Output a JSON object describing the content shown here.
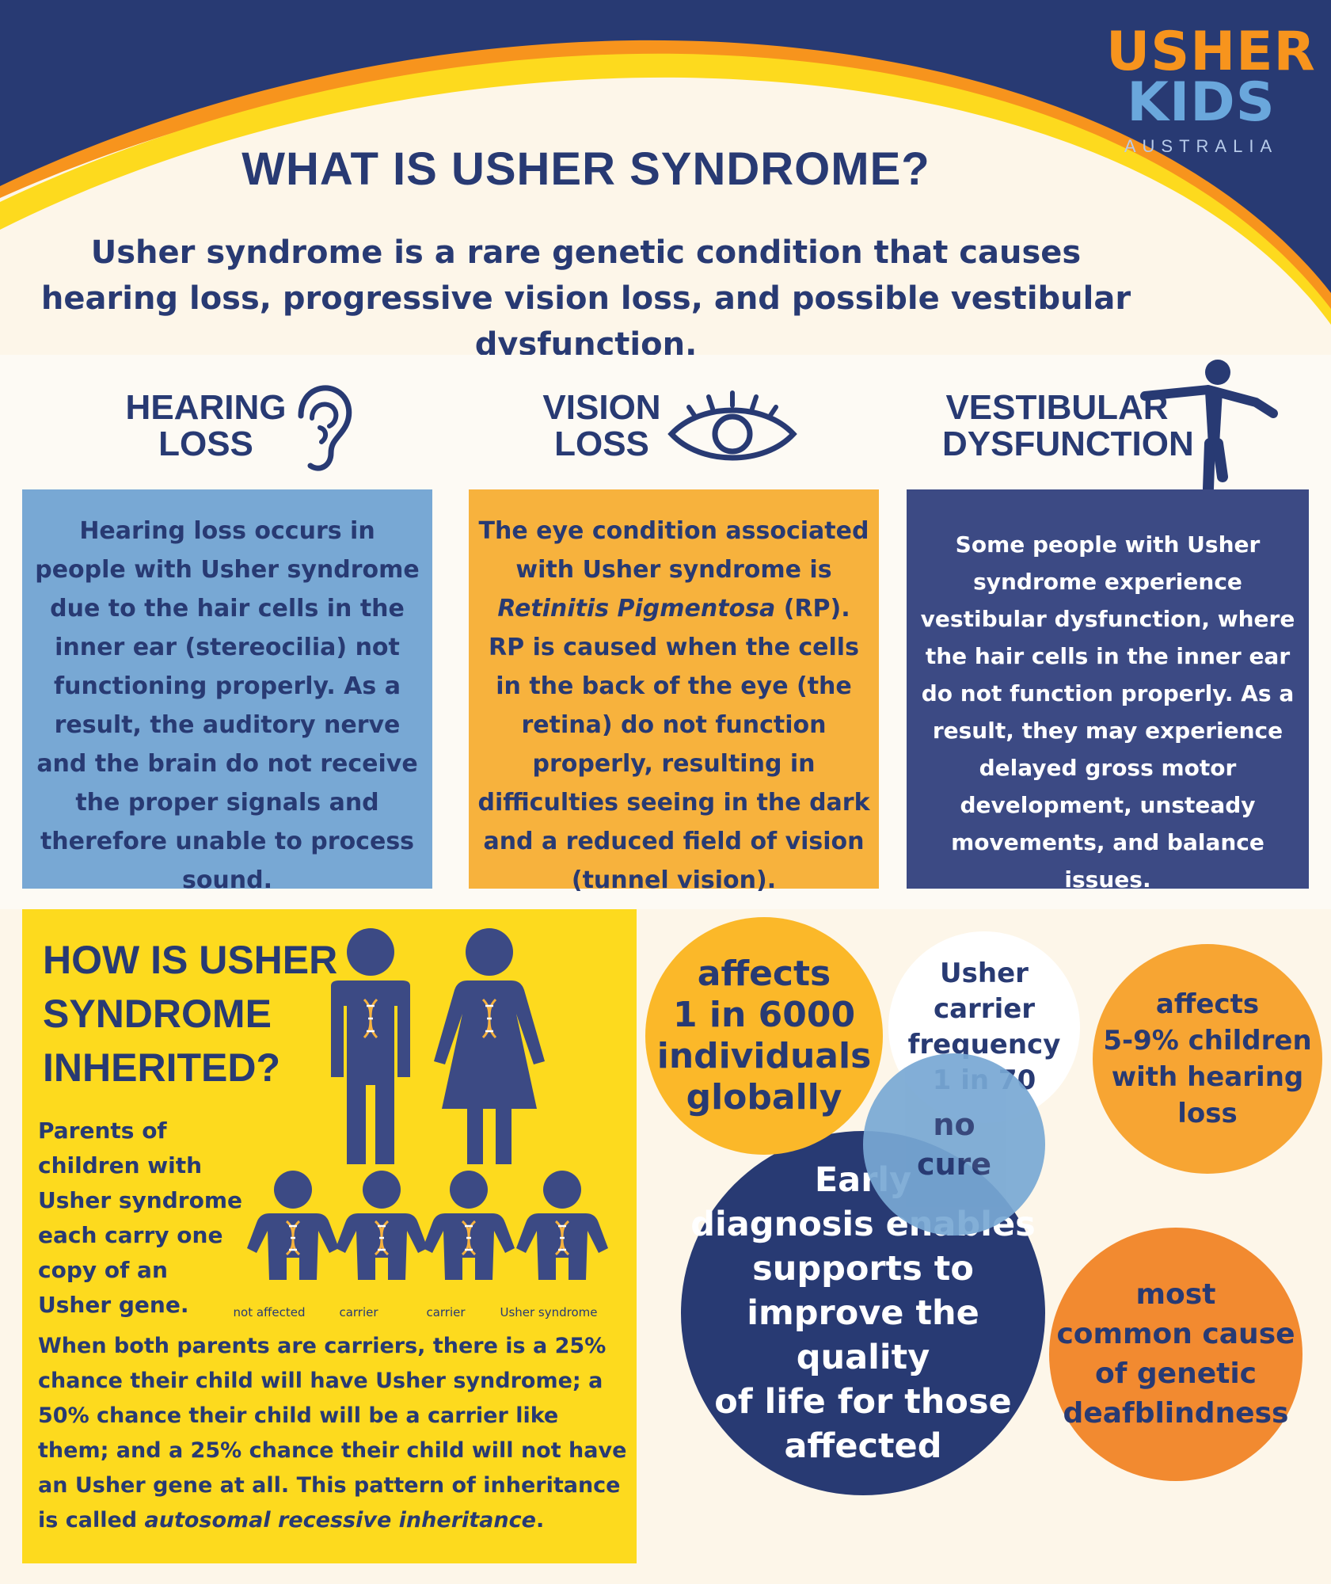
{
  "brand": {
    "logo_line1": "USHER",
    "logo_line2": "KIDS",
    "logo_line3": "AUSTRALIA",
    "colors": {
      "navy": "#283a73",
      "orange": "#f7941d",
      "yellow": "#fdda1e",
      "light_blue": "#78a8d4",
      "amber": "#f7b23d",
      "deep_orange": "#f28a30"
    }
  },
  "header": {
    "title": "WHAT IS USHER SYNDROME?",
    "intro": "Usher syndrome is a rare genetic condition that causes hearing loss, progressive vision loss, and possible vestibular dysfunction."
  },
  "sections": {
    "hearing": {
      "heading_line1": "HEARING",
      "heading_line2": "LOSS",
      "icon": "ear-icon",
      "text": "Hearing loss occurs in people with Usher syndrome due to the hair cells in the inner ear (stereocilia) not functioning properly. As a result, the auditory nerve and the brain do not receive the proper signals and therefore unable to process sound."
    },
    "vision": {
      "heading_line1": "VISION",
      "heading_line2": "LOSS",
      "icon": "eye-icon",
      "text_part1": "The eye condition associated with Usher syndrome is ",
      "text_italic": "Retinitis Pigmentosa",
      "text_part2": " (RP). RP is caused when the cells in the back of the eye (the retina) do not function properly, resulting in difficulties seeing in the dark and a reduced field of vision (tunnel vision)."
    },
    "vestibular": {
      "heading_line1": "VESTIBULAR",
      "heading_line2": "DYSFUNCTION",
      "icon": "balancing-person-icon",
      "text": "Some people with Usher syndrome experience vestibular dysfunction, where the hair cells in the inner ear do not function properly. As a result, they may experience delayed gross motor development, unsteady movements, and balance issues."
    }
  },
  "inheritance": {
    "title_line1": "HOW IS USHER",
    "title_line2": "SYNDROME",
    "title_line3": "INHERITED?",
    "parents_text": "Parents of children with Usher syndrome each carry one copy of an Usher gene.",
    "children_labels": [
      "not affected",
      "carrier",
      "carrier",
      "Usher syndrome"
    ],
    "main_part1": "When both parents are carriers, there is a 25% chance their child will have Usher syndrome; a 50% chance their child will be a carrier like them; and a 25% chance their child will not have an Usher gene at all. This pattern of inheritance is called ",
    "main_italic": "autosomal recessive inheritance",
    "main_part2": "."
  },
  "facts": {
    "affects_global": "affects\n1 in 6000\nindividuals\nglobally",
    "carrier": "Usher\ncarrier\nfrequency\n1 in 70",
    "hearing_children": "affects\n5-9% children\nwith hearing\nloss",
    "no_cure": "no\ncure",
    "early_diagnosis": "Early\ndiagnosis enables\nsupports to\nimprove the quality\nof life for those\naffected",
    "common_cause": "most\ncommon cause\nof genetic\ndeafblindness"
  }
}
